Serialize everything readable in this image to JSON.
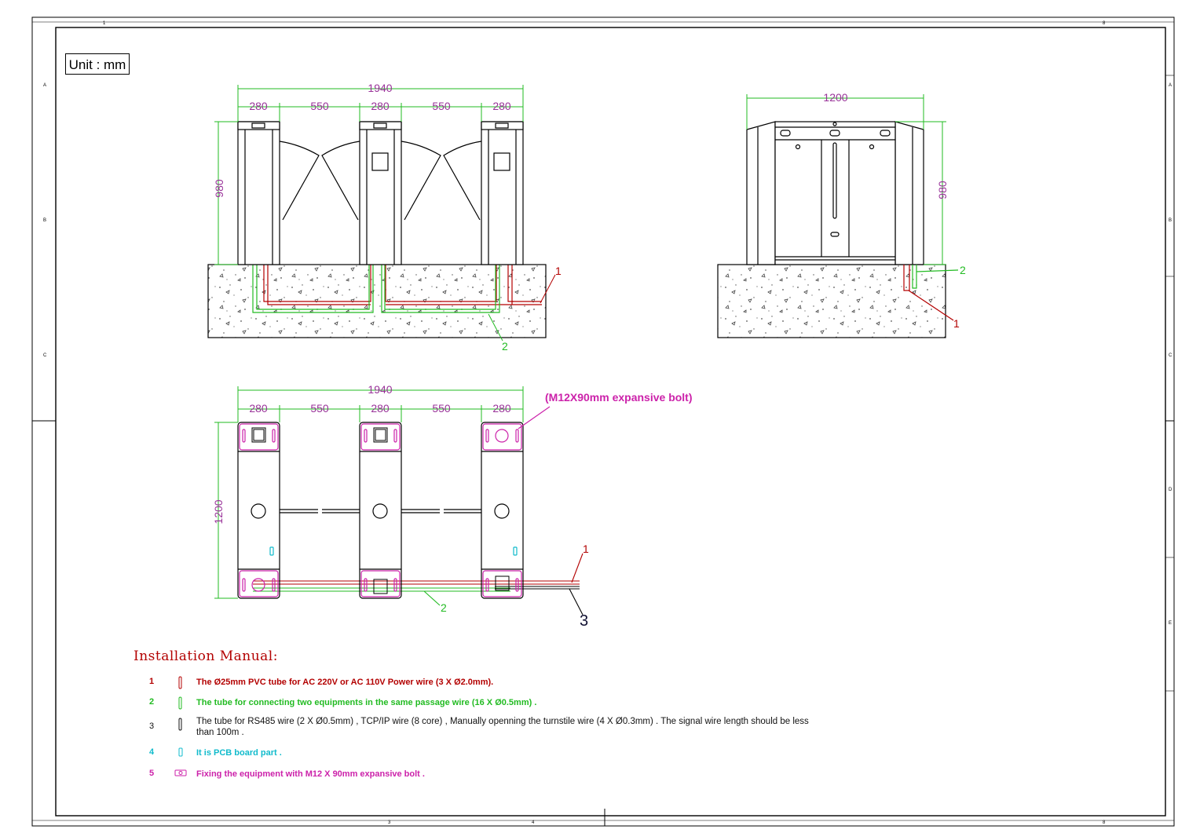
{
  "unit_label": "Unit : mm",
  "dimensions": {
    "front_total": "1940",
    "front_segments": [
      "280",
      "550",
      "280",
      "550",
      "280"
    ],
    "front_height": "980",
    "side_width": "1200",
    "side_height": "980",
    "plan_total": "1940",
    "plan_segments": [
      "280",
      "550",
      "280",
      "550",
      "280"
    ],
    "plan_depth": "1200"
  },
  "callouts": {
    "front_tube1": "1",
    "front_tube2": "2",
    "side_tube1": "1",
    "side_tube2": "2",
    "plan_tube1": "1",
    "plan_tube2": "2",
    "plan_tube3": "3",
    "bolt_note": "(M12X90mm expansive bolt)"
  },
  "manual": {
    "title": "Installation Manual:",
    "items": [
      {
        "num": "1",
        "text": "The Ø25mm PVC tube for AC 220V or AC 110V Power wire (3 X Ø2.0mm).",
        "color": "#b30000"
      },
      {
        "num": "2",
        "text": "The tube for connecting two equipments in the same passage wire  (16 X Ø0.5mm) .",
        "color": "#22bb22"
      },
      {
        "num": "3",
        "text": "The tube for RS485 wire (2 X Ø0.5mm) , TCP/IP wire (8 core) , Manually openning the turnstile wire (4 X Ø0.3mm) . The signal wire length should be less than 100m .",
        "color": "#111111"
      },
      {
        "num": "4",
        "text": "It is PCB board part .",
        "color": "#11bbcc"
      },
      {
        "num": "5",
        "text": "Fixing the equipment with M12 X 90mm expansive bolt .",
        "color": "#cc22aa"
      }
    ]
  },
  "frame": {
    "top_marks": [
      "1",
      "8"
    ],
    "bottom_marks": [
      "3",
      "4",
      "8"
    ],
    "left_marks": [
      "A",
      "B",
      "C"
    ],
    "right_marks": [
      "A",
      "B",
      "C",
      "D",
      "E"
    ]
  },
  "colors": {
    "dimension": "#22bb22",
    "dimension_text": "#993399",
    "power_tube": "#b30000",
    "link_tube": "#22bb22",
    "bolt": "#cc22aa",
    "pcb": "#11bbcc"
  }
}
